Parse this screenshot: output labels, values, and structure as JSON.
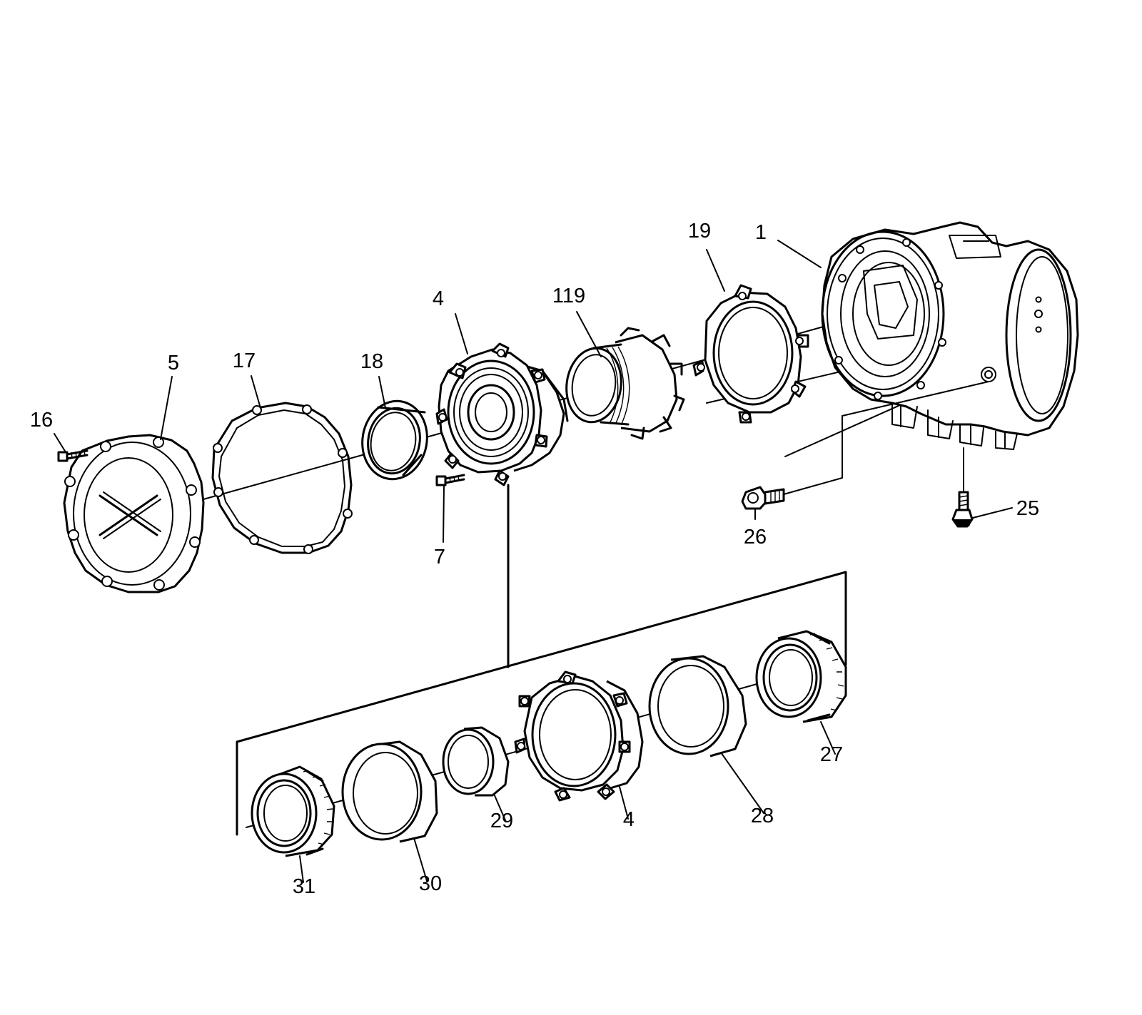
{
  "callouts": {
    "c1": "1",
    "c4a": "4",
    "c4b": "4",
    "c5": "5",
    "c7": "7",
    "c16": "16",
    "c17": "17",
    "c18": "18",
    "c19": "19",
    "c25": "25",
    "c26": "26",
    "c27": "27",
    "c28": "28",
    "c29": "29",
    "c30": "30",
    "c31": "31",
    "c119": "119"
  },
  "colors": {
    "line": "#000000",
    "background": "#ffffff"
  }
}
